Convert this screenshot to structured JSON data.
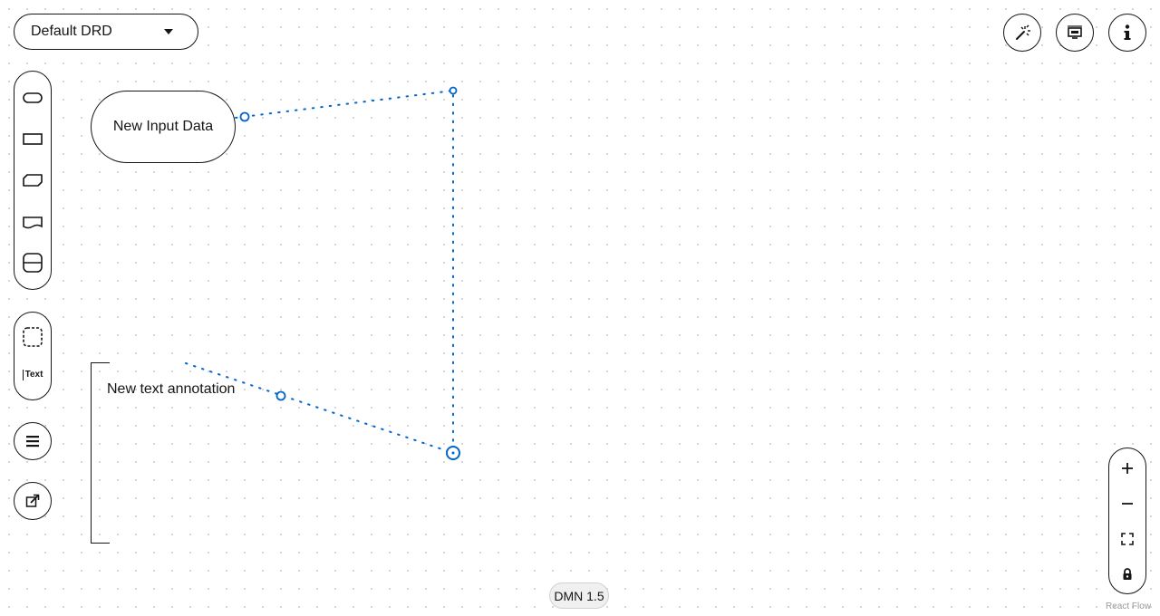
{
  "drd_selector": {
    "label": "Default DRD"
  },
  "toolbar": {
    "auto_layout_icon": "magic-wand-icon",
    "overlays_icon": "screen-icon",
    "info_icon": "info-icon"
  },
  "palette": {
    "items": [
      {
        "name": "input-data-tool",
        "icon": "rounded-rect-icon"
      },
      {
        "name": "decision-tool",
        "icon": "rect-icon"
      },
      {
        "name": "bkm-tool",
        "icon": "cut-corner-rect-icon"
      },
      {
        "name": "knowledge-source-tool",
        "icon": "wavy-rect-icon"
      },
      {
        "name": "decision-service-tool",
        "icon": "split-rounded-rect-icon"
      }
    ],
    "group_tool_icon": "dashed-rect-icon",
    "text_annotation_tool_label": "Text",
    "menu_icon": "hamburger-icon",
    "external_icon": "external-link-icon"
  },
  "nodes": {
    "input_data": {
      "label": "New Input Data"
    },
    "text_annotation": {
      "label": "New text annotation"
    }
  },
  "edges": {
    "color": "#0066cc"
  },
  "zoom": {
    "zoom_in_icon": "plus-icon",
    "zoom_out_icon": "minus-icon",
    "fit_view_icon": "fit-view-icon",
    "lock_icon": "lock-icon"
  },
  "footer": {
    "dmn_version": "DMN 1.5",
    "attribution": "React Flow"
  }
}
